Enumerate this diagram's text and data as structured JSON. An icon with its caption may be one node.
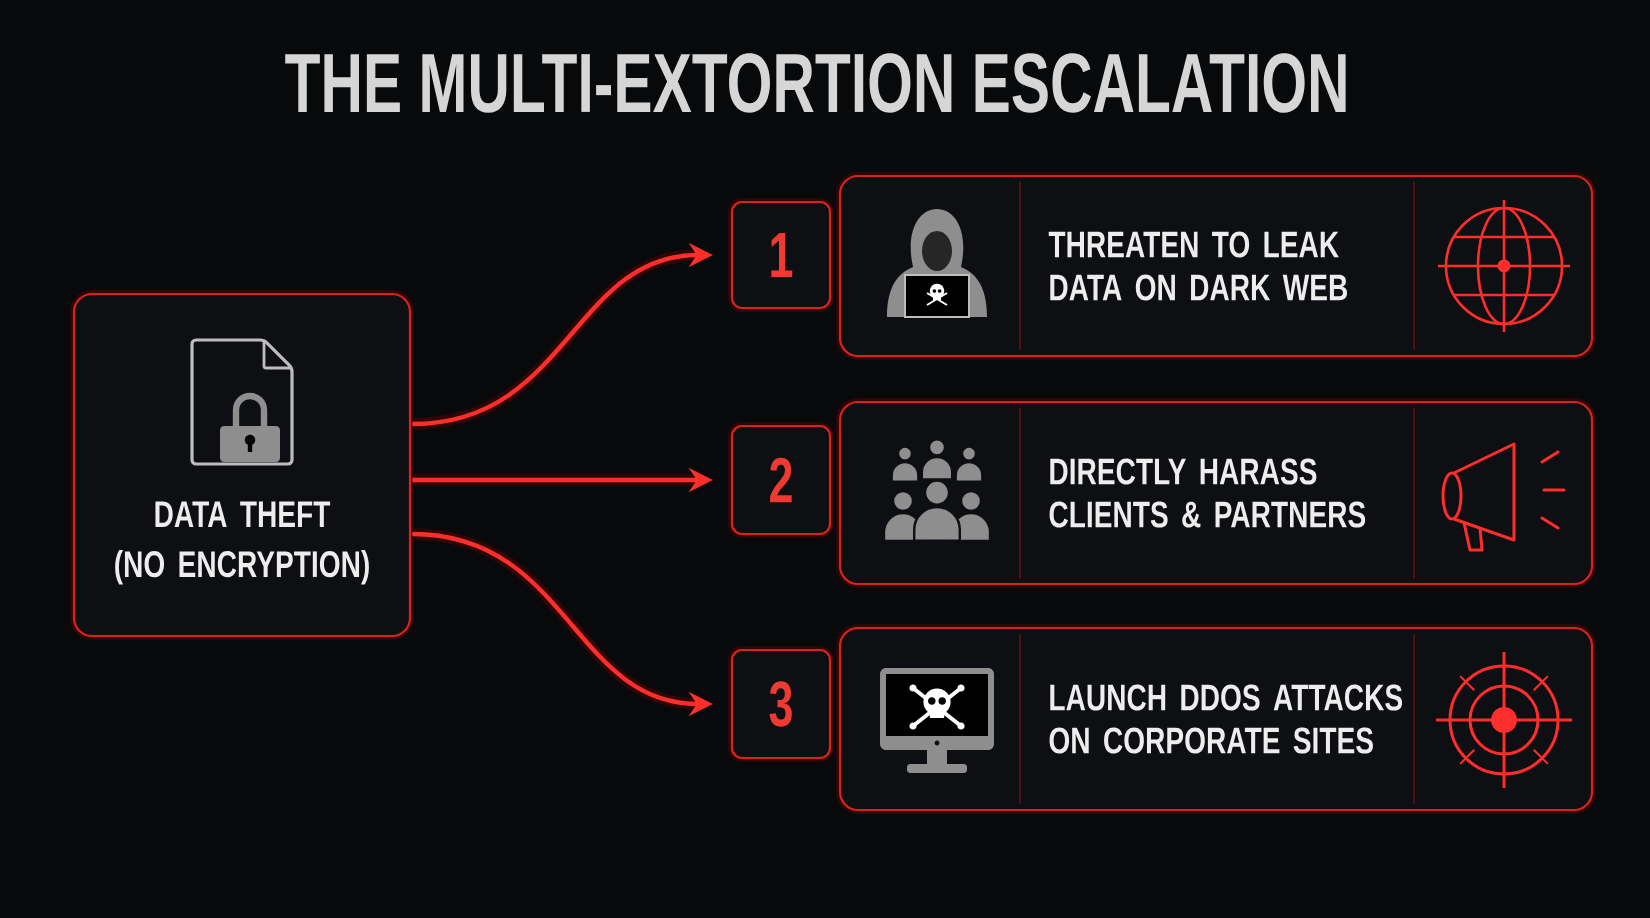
{
  "diagram": {
    "title": "THE MULTI-EXTORTION ESCALATION",
    "nodes": [
      {
        "text": [
          "DATA THEFT (NO ENCRYPTION)"
        ]
      },
      {
        "text": [
          "1"
        ]
      },
      {
        "text": [
          "THREATEN TO LEAK DATA ON DARK WEB"
        ]
      },
      {
        "text": [
          "2"
        ]
      },
      {
        "text": [
          "DIRECTLY HARASS CLIENTS & PARTNERS"
        ]
      },
      {
        "text": [
          "3"
        ]
      },
      {
        "text": [
          "LAUNCH DDOS ATTACKS ON CORPORATE SITES"
        ]
      }
    ],
    "edges": [
      {
        "from": 0,
        "to": 1,
        "arrow": "to"
      },
      {
        "from": 0,
        "to": 3,
        "arrow": "to"
      },
      {
        "from": 0,
        "to": 5,
        "arrow": "to"
      }
    ]
  }
}
